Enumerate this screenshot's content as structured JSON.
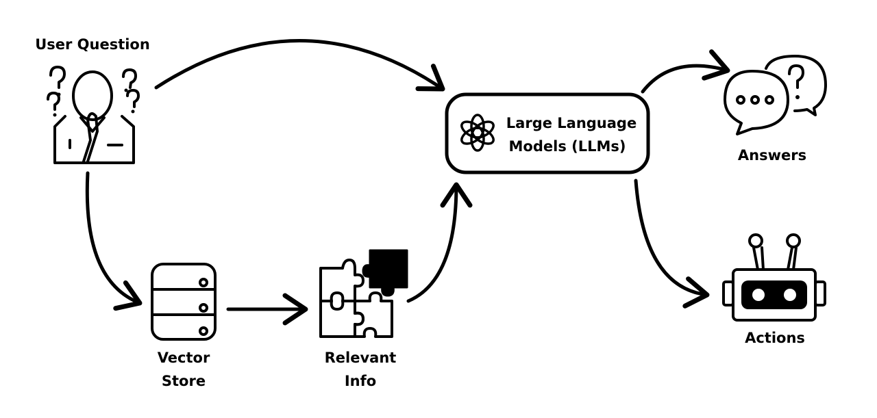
{
  "nodes": {
    "user_question": {
      "label": "User Question",
      "icon": "confused-person-icon"
    },
    "vector_store": {
      "line1": "Vector",
      "line2": "Store",
      "icon": "database-icon"
    },
    "relevant_info": {
      "line1": "Relevant",
      "line2": "Info",
      "icon": "puzzle-icon"
    },
    "llm": {
      "line1": "Large Language",
      "line2": "Models (LLMs)",
      "icon": "openai-logo-icon"
    },
    "answers": {
      "label": "Answers",
      "icon": "chat-bubbles-icon"
    },
    "actions": {
      "label": "Actions",
      "icon": "robot-icon"
    }
  },
  "colors": {
    "ink": "#000000",
    "background": "#ffffff"
  }
}
